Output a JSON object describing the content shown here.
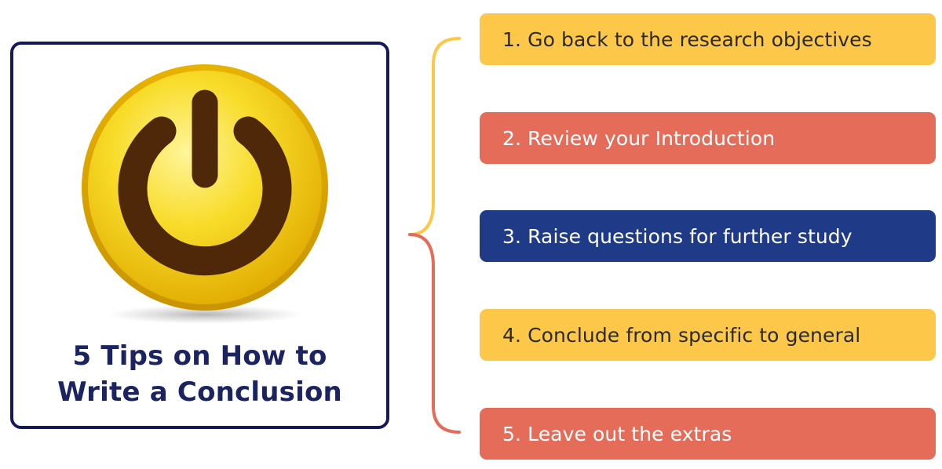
{
  "title": {
    "line1": "5 Tips on How to",
    "line2": "Write a Conclusion"
  },
  "icon": "power-button-icon",
  "colors": {
    "yellow": "#fdc84a",
    "coral": "#e56c59",
    "navy": "#1f3a86",
    "frame": "#14195a",
    "title_text": "#1b2361",
    "icon_gold": "#f2c417",
    "icon_symbol": "#4e2808"
  },
  "tips": [
    {
      "label": "1. Go back to the research objectives",
      "color": "#fdc84a",
      "text_color": "#2a2a2a"
    },
    {
      "label": "2. Review your Introduction",
      "color": "#e56c59",
      "text_color": "#ffffff"
    },
    {
      "label": "3. Raise questions for further study",
      "color": "#1f3a86",
      "text_color": "#ffffff"
    },
    {
      "label": "4. Conclude from specific to general",
      "color": "#fdc84a",
      "text_color": "#2a2a2a"
    },
    {
      "label": "5. Leave out the extras",
      "color": "#e56c59",
      "text_color": "#ffffff"
    }
  ]
}
